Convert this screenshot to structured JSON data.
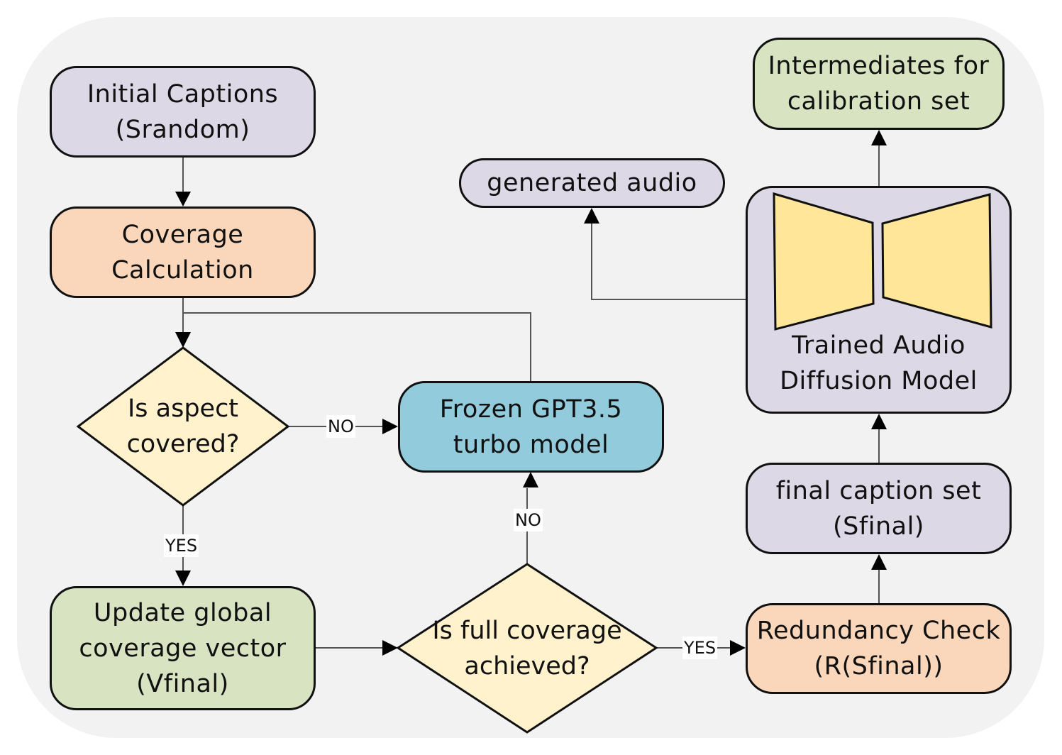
{
  "nodes": {
    "initial_captions": "Initial Captions\n(Srandom)",
    "coverage_calculation": "Coverage\nCalculation",
    "is_aspect_covered": "Is aspect\ncovered?",
    "frozen_gpt": "Frozen GPT3.5\nturbo model",
    "update_global": "Update global\ncoverage vector\n(Vfinal)",
    "is_full_coverage": "Is full coverage\nachieved?",
    "redundancy_check": "Redundancy Check\n(R(Sfinal))",
    "final_caption_set": "final caption set\n(Sfinal)",
    "trained_model": "Trained Audio\nDiffusion Model",
    "generated_audio": "generated audio",
    "intermediates": "Intermediates for\ncalibration set"
  },
  "edge_labels": {
    "aspect_no": "NO",
    "aspect_yes": "YES",
    "full_no": "NO",
    "full_yes": "YES"
  },
  "colors": {
    "panel": "#f2f2f2",
    "lavender": "#ddd8e6",
    "peach": "#fad7bb",
    "green": "#d7e3c1",
    "teal": "#92cbdb",
    "diamond": "#fff2cc",
    "model_shape": "#ffe699"
  }
}
